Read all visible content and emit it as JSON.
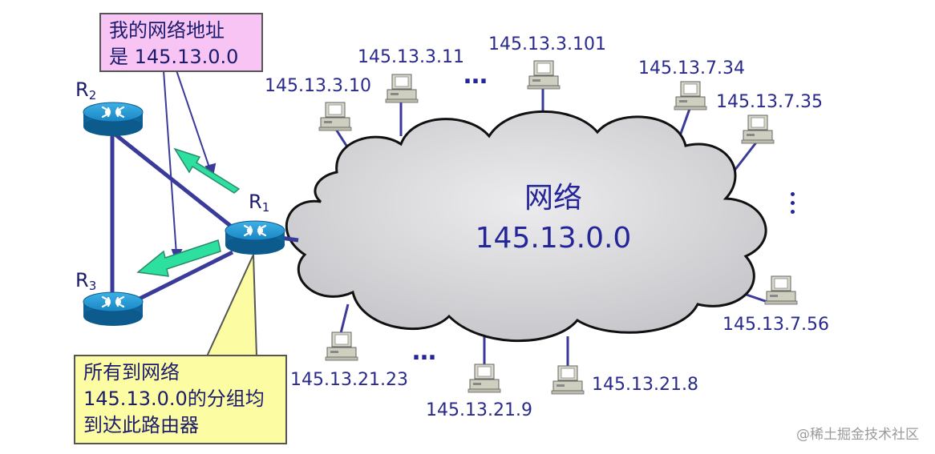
{
  "callouts": {
    "my_address_line1": "我的网络地址",
    "my_address_line2": "是 145.13.0.0",
    "all_packets_line1": "所有到网络",
    "all_packets_line2": "145.13.0.0的分组均",
    "all_packets_line3": "到达此路由器"
  },
  "routers": {
    "r1": {
      "letter": "R",
      "sub": "1"
    },
    "r2": {
      "letter": "R",
      "sub": "2"
    },
    "r3": {
      "letter": "R",
      "sub": "3"
    }
  },
  "network": {
    "name": "网络",
    "address": "145.13.0.0"
  },
  "hosts": {
    "h_3_10": "145.13.3.10",
    "h_3_11": "145.13.3.11",
    "h_3_101": "145.13.3.101",
    "h_7_34": "145.13.7.34",
    "h_7_35": "145.13.7.35",
    "h_7_56": "145.13.7.56",
    "h_21_23": "145.13.21.23",
    "h_21_9": "145.13.21.9",
    "h_21_8": "145.13.21.8"
  },
  "ellipsis": "…",
  "watermark": "@稀土掘金技术社区",
  "colors": {
    "link": "#3a3a9a",
    "arrow": "#2ee0a0",
    "cloud": "#d9d9dc",
    "router": "#1a8fc8",
    "callout_pink": "#f7c4f3",
    "callout_yellow": "#fcfca2"
  }
}
